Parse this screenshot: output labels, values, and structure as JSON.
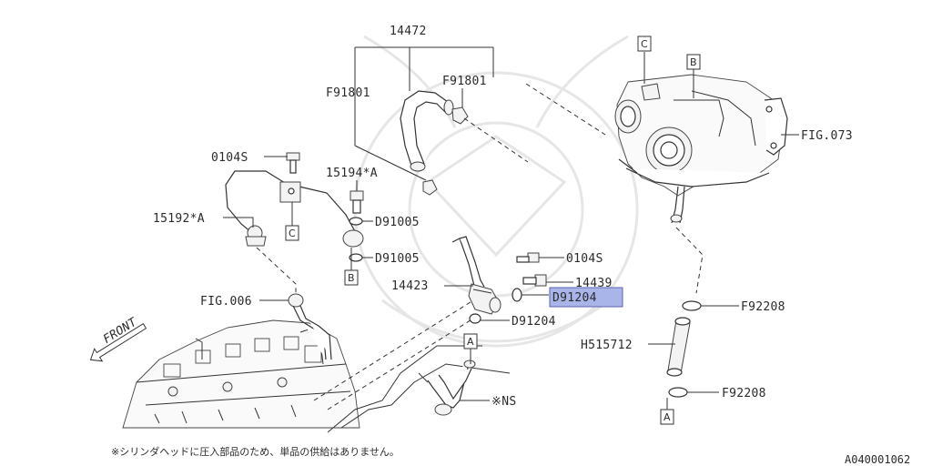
{
  "labels": {
    "hose_14472": "14472",
    "clamp_f91801_left": "F91801",
    "clamp_f91801_right": "F91801",
    "bolt_0104s_left": "0104S",
    "bolt_15194a": "15194*A",
    "washer_d91005_top": "D91005",
    "washer_d91005_bottom": "D91005",
    "pipe_15192a": "15192*A",
    "fig_006": "FIG.006",
    "front_arrow": "FRONT",
    "bolt_0104s_right": "0104S",
    "bolt_14439": "14439",
    "pipe_14423": "14423",
    "washer_d91204_highlighted": "D91204",
    "washer_d91204": "D91204",
    "fig_073": "FIG.073",
    "clamp_f92208_top": "F92208",
    "hose_h515712": "H515712",
    "clamp_f92208_bottom": "F92208",
    "ns_part": "※NS"
  },
  "ref_markers": {
    "c_top": "C",
    "b_top": "B",
    "c_left": "C",
    "b_left": "B",
    "a_center": "A",
    "a_bottom": "A"
  },
  "footer": {
    "note": "※シリンダヘッドに圧入部品のため、単品の供給はありません。",
    "doc_id": "A040001062"
  },
  "colors": {
    "highlight": "#a9b4e8",
    "highlight_border": "#5a66b0",
    "line": "#333333",
    "watermark": "#e6e6e6"
  }
}
